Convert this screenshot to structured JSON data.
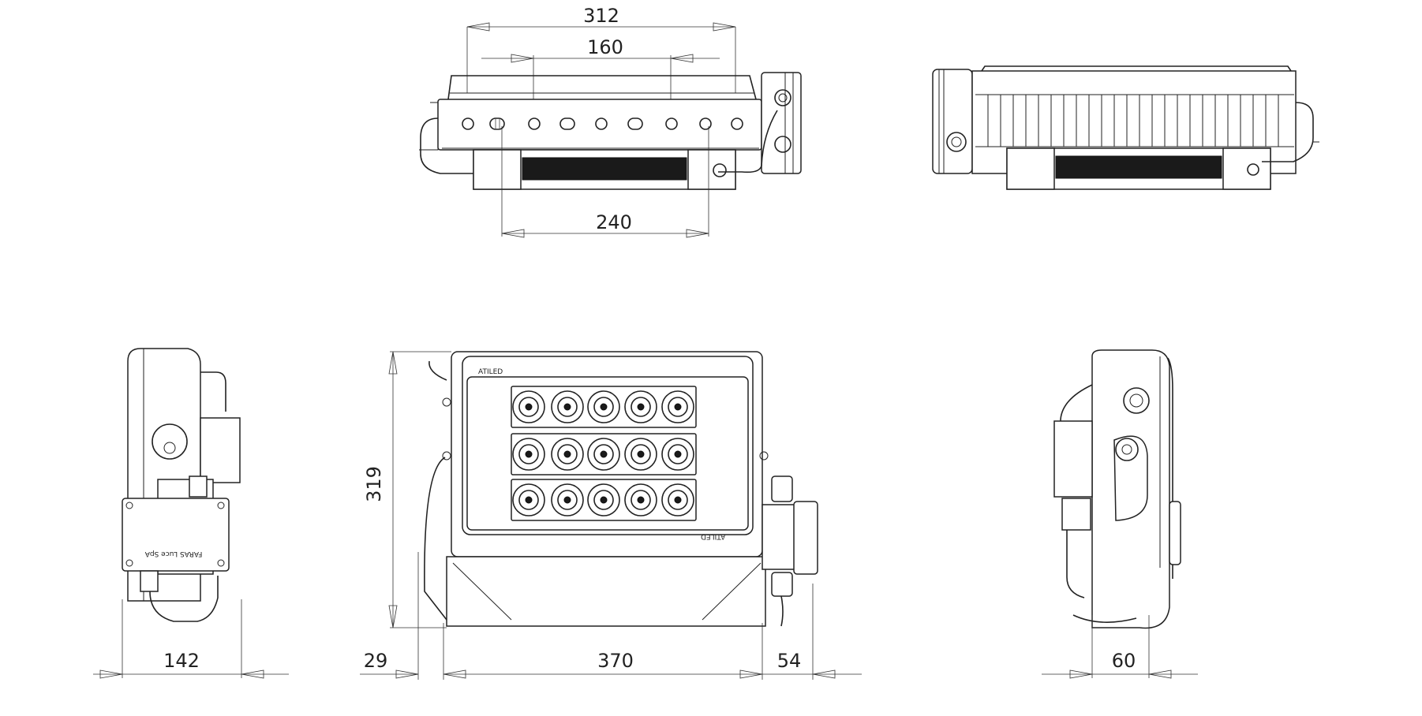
{
  "dimensions": {
    "top_overall": "312",
    "top_mid": "160",
    "top_bottom": "240",
    "side_width": "142",
    "front_height": "319",
    "front_left": "29",
    "front_width": "370",
    "front_right": "54",
    "right_side_width": "60"
  },
  "labels": {
    "brand_top": "ATILED",
    "brand_bottom": "ATILED",
    "junction_box": "FARAS Luce SpA"
  },
  "led_grid": {
    "rows": 3,
    "columns": 5
  },
  "colors": {
    "line": "#222222",
    "background": "#ffffff"
  }
}
